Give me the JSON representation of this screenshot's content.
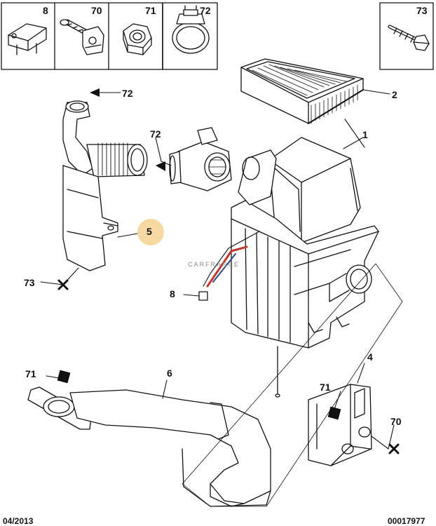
{
  "callouts": {
    "box_8": "8",
    "box_70": "70",
    "box_71": "71",
    "box_72": "72",
    "box_73": "73",
    "c_72_upper": "72",
    "c_2": "2",
    "c_72_mid": "72",
    "c_1": "1",
    "c_5": "5",
    "c_73": "73",
    "c_8": "8",
    "c_4": "4",
    "c_71_left": "71",
    "c_6": "6",
    "c_71_right": "71",
    "c_70": "70"
  },
  "footer": {
    "date": "04/2013",
    "ref": "00017977"
  },
  "watermark": "CARFRANCE",
  "highlight_color": "#f6d9a0"
}
